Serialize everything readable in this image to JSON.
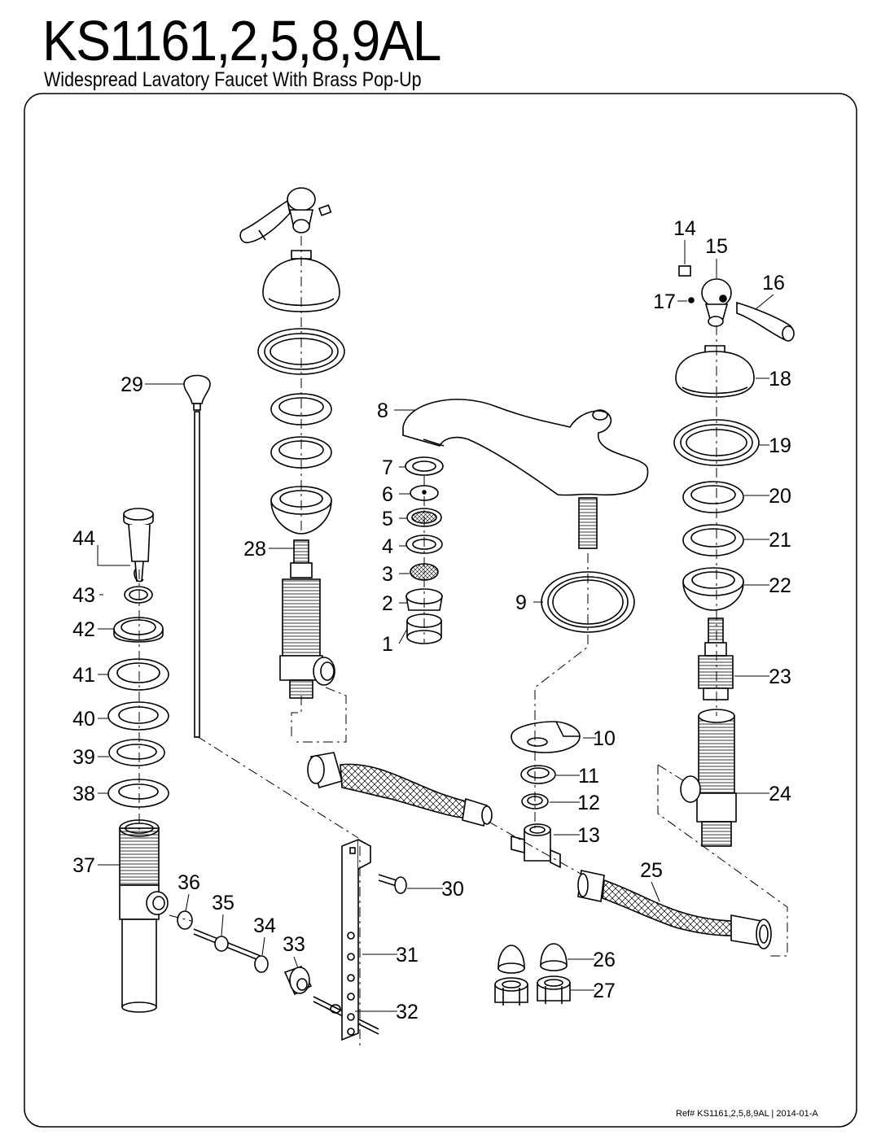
{
  "header": {
    "title": "KS1161,2,5,8,9AL",
    "subtitle": "Widespread Lavatory Faucet With Brass Pop-Up"
  },
  "footer": {
    "reference": "Ref# KS1161,2,5,8,9AL | 2014-01-A"
  },
  "parts": [
    {
      "num": "1"
    },
    {
      "num": "2"
    },
    {
      "num": "3"
    },
    {
      "num": "4"
    },
    {
      "num": "5"
    },
    {
      "num": "6"
    },
    {
      "num": "7"
    },
    {
      "num": "8"
    },
    {
      "num": "9"
    },
    {
      "num": "10"
    },
    {
      "num": "11"
    },
    {
      "num": "12"
    },
    {
      "num": "13"
    },
    {
      "num": "14"
    },
    {
      "num": "15"
    },
    {
      "num": "16"
    },
    {
      "num": "17"
    },
    {
      "num": "18"
    },
    {
      "num": "19"
    },
    {
      "num": "20"
    },
    {
      "num": "21"
    },
    {
      "num": "22"
    },
    {
      "num": "23"
    },
    {
      "num": "24"
    },
    {
      "num": "25"
    },
    {
      "num": "26"
    },
    {
      "num": "27"
    },
    {
      "num": "28"
    },
    {
      "num": "29"
    },
    {
      "num": "30"
    },
    {
      "num": "31"
    },
    {
      "num": "32"
    },
    {
      "num": "33"
    },
    {
      "num": "34"
    },
    {
      "num": "35"
    },
    {
      "num": "36"
    },
    {
      "num": "37"
    },
    {
      "num": "38"
    },
    {
      "num": "39"
    },
    {
      "num": "40"
    },
    {
      "num": "41"
    },
    {
      "num": "42"
    },
    {
      "num": "43"
    },
    {
      "num": "44"
    }
  ]
}
